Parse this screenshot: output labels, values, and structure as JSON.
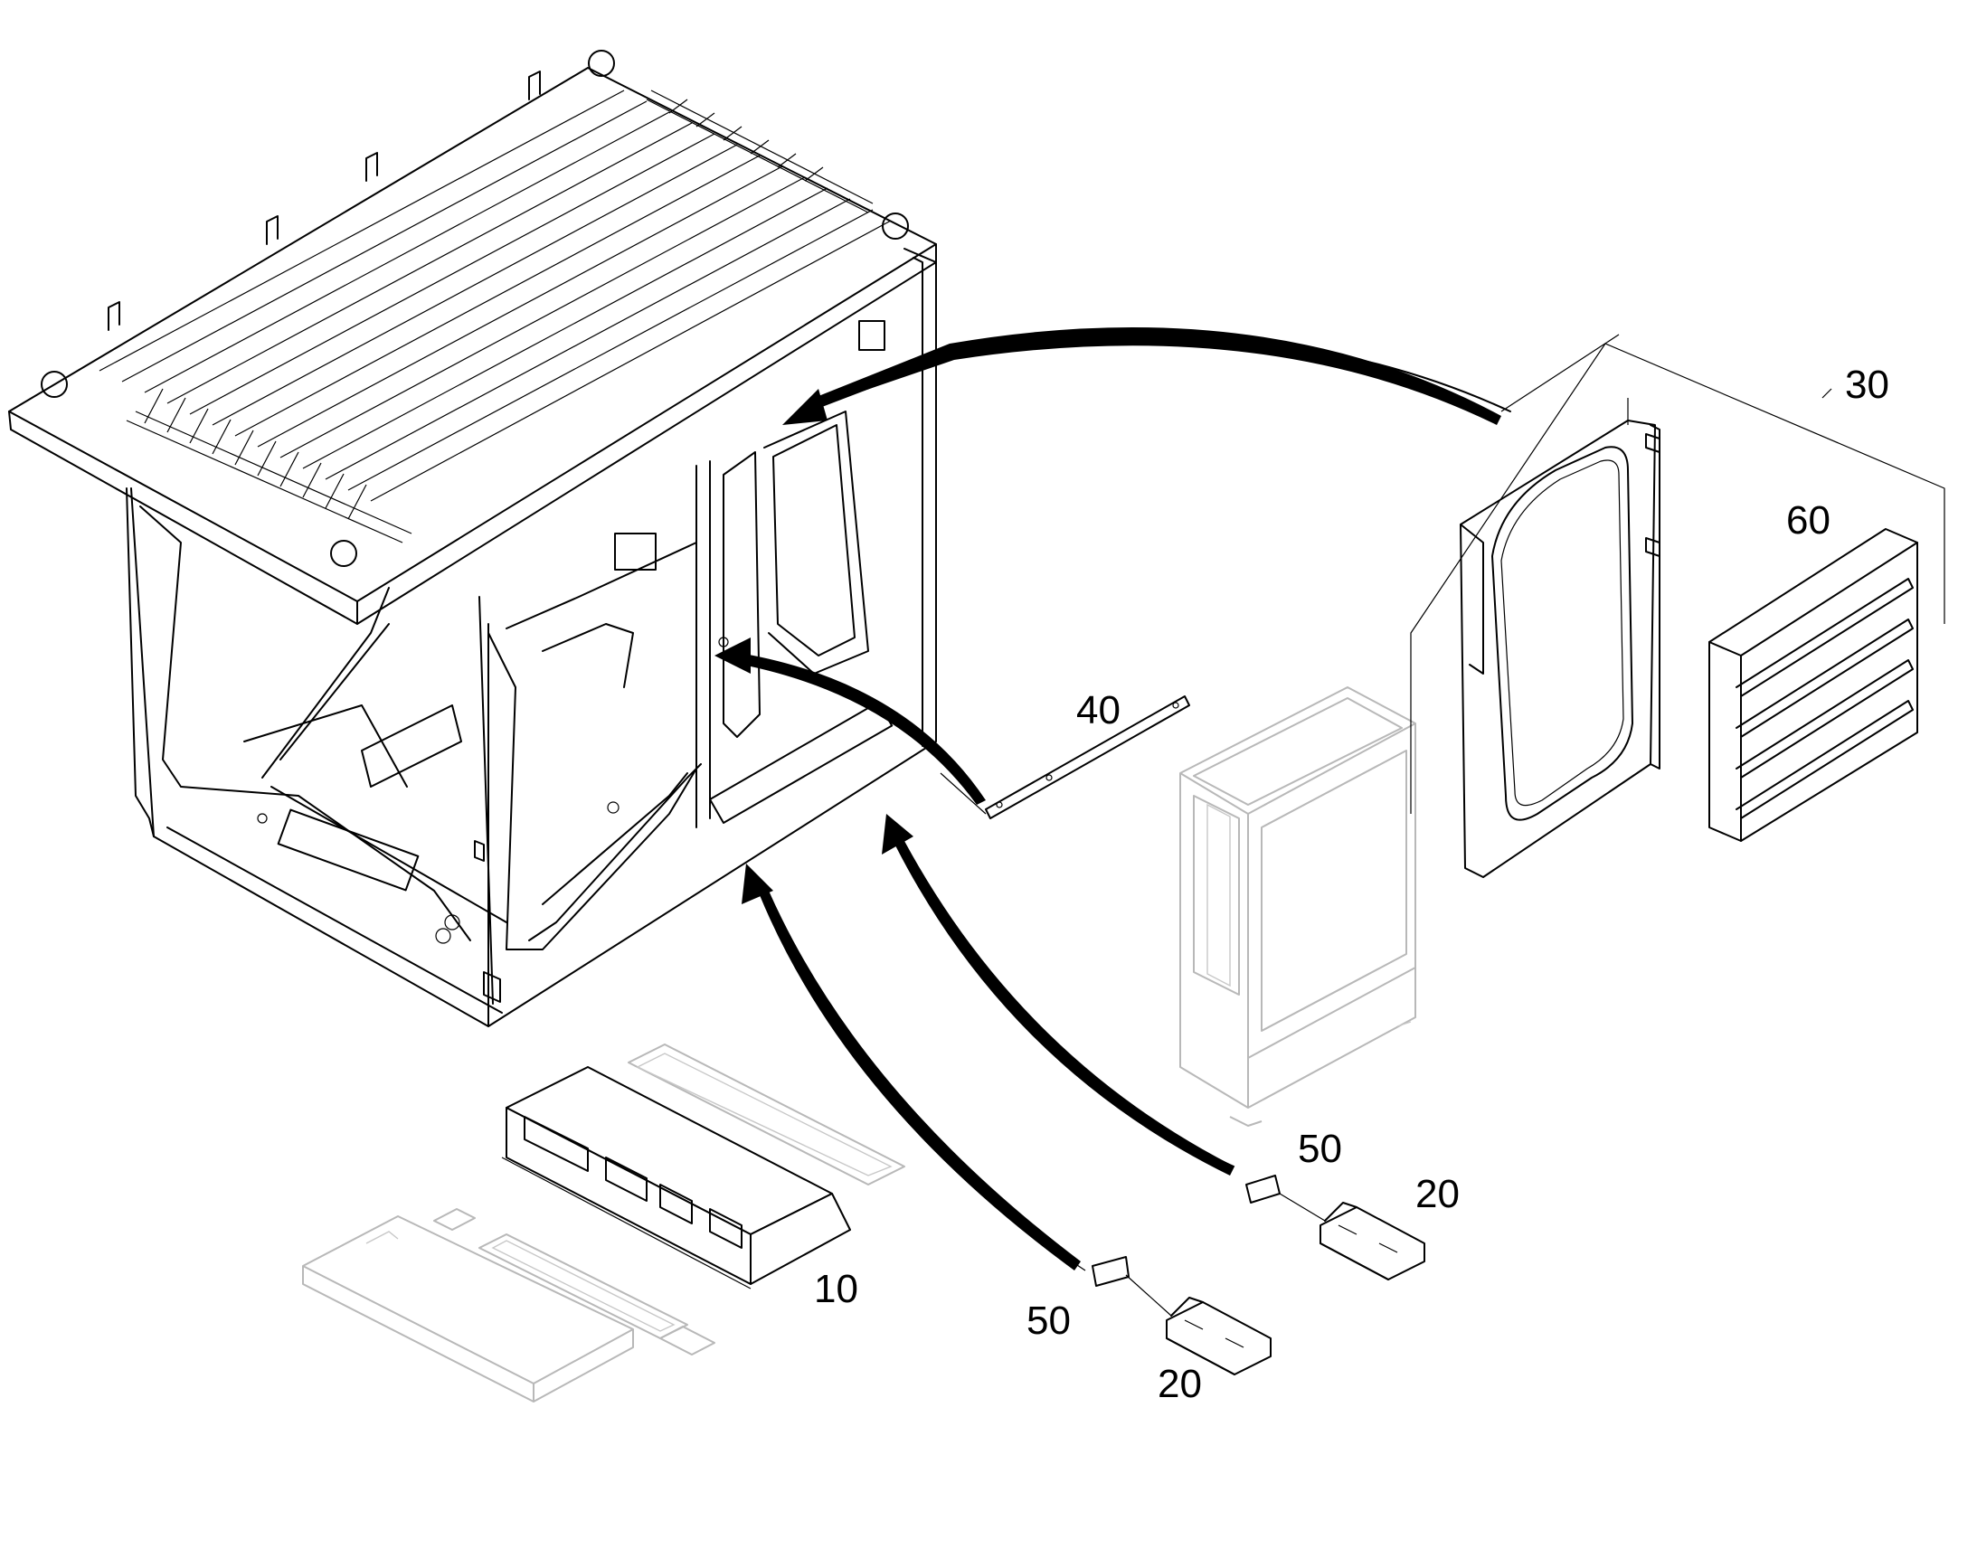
{
  "callouts": {
    "c10": "10",
    "c20a": "20",
    "c20b": "20",
    "c30": "30",
    "c40": "40",
    "c50a": "50",
    "c50b": "50",
    "c60": "60"
  },
  "colors": {
    "line": "#000000",
    "ghost": "#b8b8b8",
    "background": "#ffffff"
  }
}
